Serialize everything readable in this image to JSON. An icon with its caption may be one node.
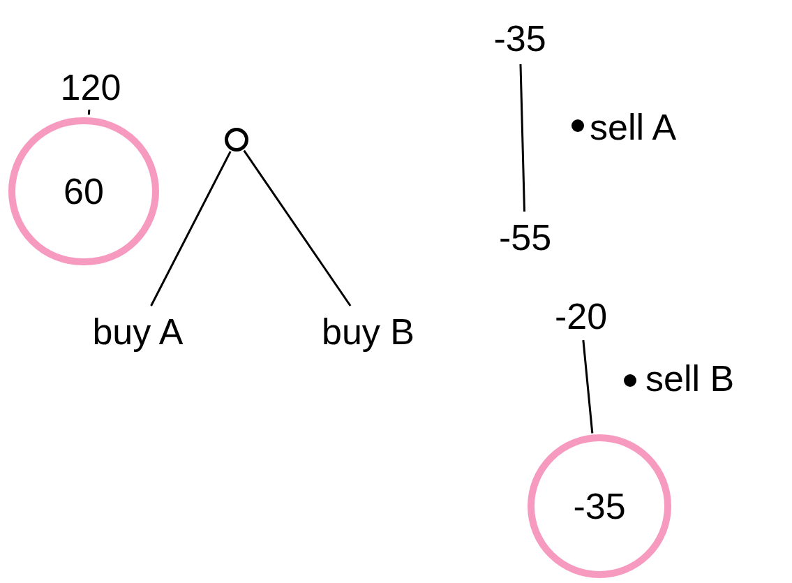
{
  "diagram": {
    "nodes": [
      {
        "text": [
          "120"
        ]
      },
      {
        "text": [
          "60"
        ]
      },
      {
        "text": [],
        "shape": "circle"
      },
      {
        "text": [
          "buy A"
        ]
      },
      {
        "text": [
          "buy B"
        ]
      },
      {
        "text": [
          "-35"
        ]
      },
      {
        "text": [
          "-55"
        ]
      },
      {
        "text": [
          "-20"
        ]
      },
      {
        "text": [
          "-35"
        ]
      }
    ],
    "edges": [
      {
        "from": 0,
        "to": 1,
        "arrow": "none"
      },
      {
        "from": 2,
        "to": 3,
        "arrow": "none"
      },
      {
        "from": 2,
        "to": 4,
        "arrow": "none"
      },
      {
        "from": 5,
        "to": 6,
        "arrow": "none"
      },
      {
        "from": 7,
        "to": 8,
        "arrow": "none"
      }
    ],
    "labels": [
      "sell A",
      "sell B"
    ]
  }
}
